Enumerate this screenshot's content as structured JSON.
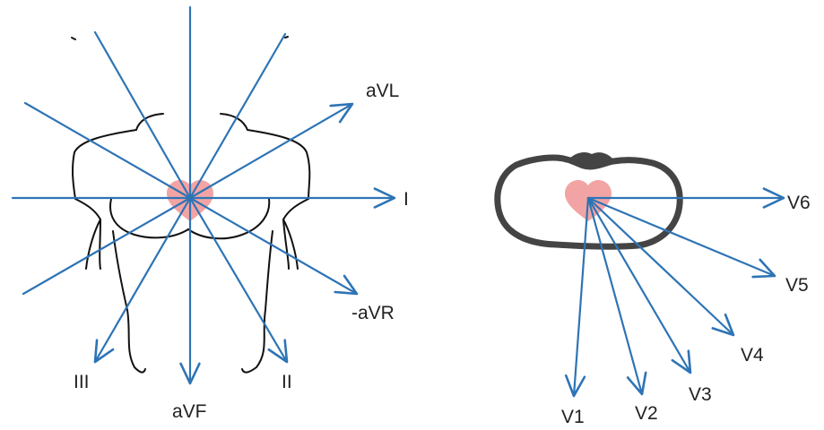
{
  "colors": {
    "axis": "#2e74b5",
    "heart": "#f2a4a4",
    "outline": "#111111",
    "torso": "#444444"
  },
  "limb_leads": {
    "aVL": "aVL",
    "I": "I",
    "minus_aVR": "-aVR",
    "II": "II",
    "aVF": "aVF",
    "III": "III"
  },
  "chest_leads": {
    "V1": "V1",
    "V2": "V2",
    "V3": "V3",
    "V4": "V4",
    "V5": "V5",
    "V6": "V6"
  },
  "icons": {
    "heart_left": "heart-icon",
    "heart_right": "heart-icon"
  }
}
